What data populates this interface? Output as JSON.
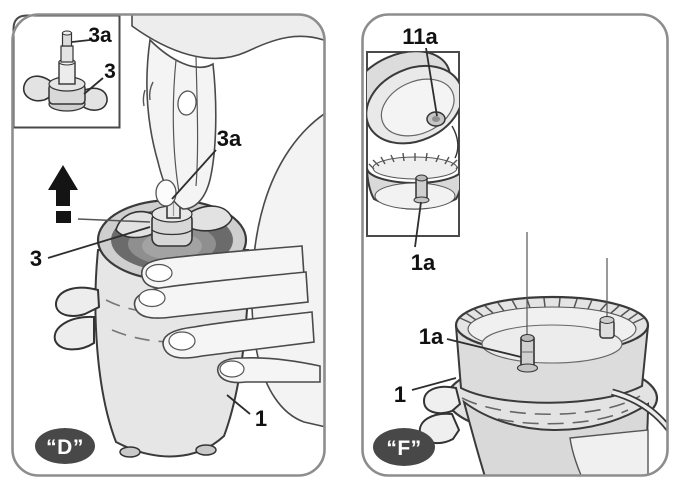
{
  "figure": {
    "panel_d": {
      "badge": "“D”",
      "inset": {
        "shaft_label": "3a",
        "blade_label": "3"
      },
      "shaft_label": "3a",
      "blade_label": "3",
      "bowl_label": "1"
    },
    "panel_f": {
      "badge": "“F”",
      "lid_socket_label": "11a",
      "inset_pin_label": "1a",
      "pin_label": "1a",
      "bowl_label": "1"
    },
    "colors": {
      "panel_border": "#8d8d8d",
      "line_art": "#3a3a3a",
      "badge_fill": "#484848",
      "bowl_interior": "#6b6b6b",
      "label_text": "#111111"
    }
  }
}
